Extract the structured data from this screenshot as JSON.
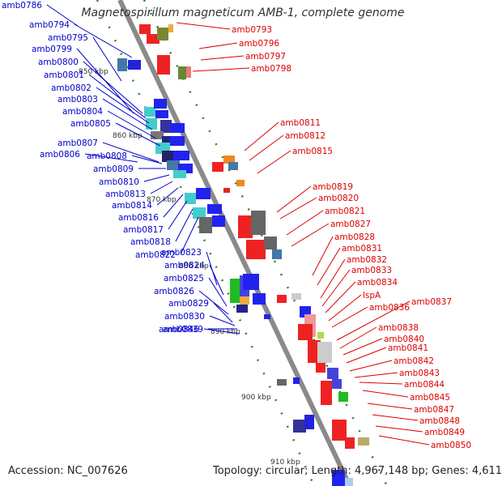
{
  "title": "Magnetospirillum magneticum AMB-1, complete genome",
  "footer": {
    "accession": "Accession: NC_007626",
    "topology": "Topology: circular; Length: 4,967,148 bp; Genes: 4,611"
  },
  "colors": {
    "backbone": "#808080",
    "left_label": "#0000cc",
    "right_label": "#dd0000",
    "ticks": "#228822"
  },
  "kbp_markers": [
    "850 kbp",
    "860 kbp",
    "870 kbp",
    "880 kbp",
    "890 kbp",
    "900 kbp",
    "910 kbp"
  ],
  "left_genes": [
    "amb0786",
    "amb0794",
    "amb0795",
    "amb0799",
    "amb0800",
    "amb0801",
    "amb0802",
    "amb0803",
    "amb0804",
    "amb0805",
    "amb0806",
    "amb0807",
    "amb0808",
    "amb0809",
    "amb0810",
    "amb0813",
    "amb0814",
    "amb0816",
    "amb0817",
    "amb0818",
    "amb0822",
    "amb0823",
    "amb0824",
    "amb0825",
    "amb0826",
    "amb0829",
    "amb0830",
    "amb0839",
    "amb0846"
  ],
  "right_genes": [
    "amb0793",
    "amb0796",
    "amb0797",
    "amb0798",
    "amb0811",
    "amb0812",
    "amb0815",
    "amb0819",
    "amb0820",
    "amb0821",
    "amb0827",
    "amb0828",
    "amb0831",
    "amb0832",
    "amb0833",
    "amb0834",
    "lspA",
    "amb0836",
    "amb0837",
    "amb0838",
    "amb0840",
    "amb0841",
    "amb0842",
    "amb0843",
    "amb0844",
    "amb0845",
    "amb0847",
    "amb0848",
    "amb0849",
    "amb0850"
  ]
}
